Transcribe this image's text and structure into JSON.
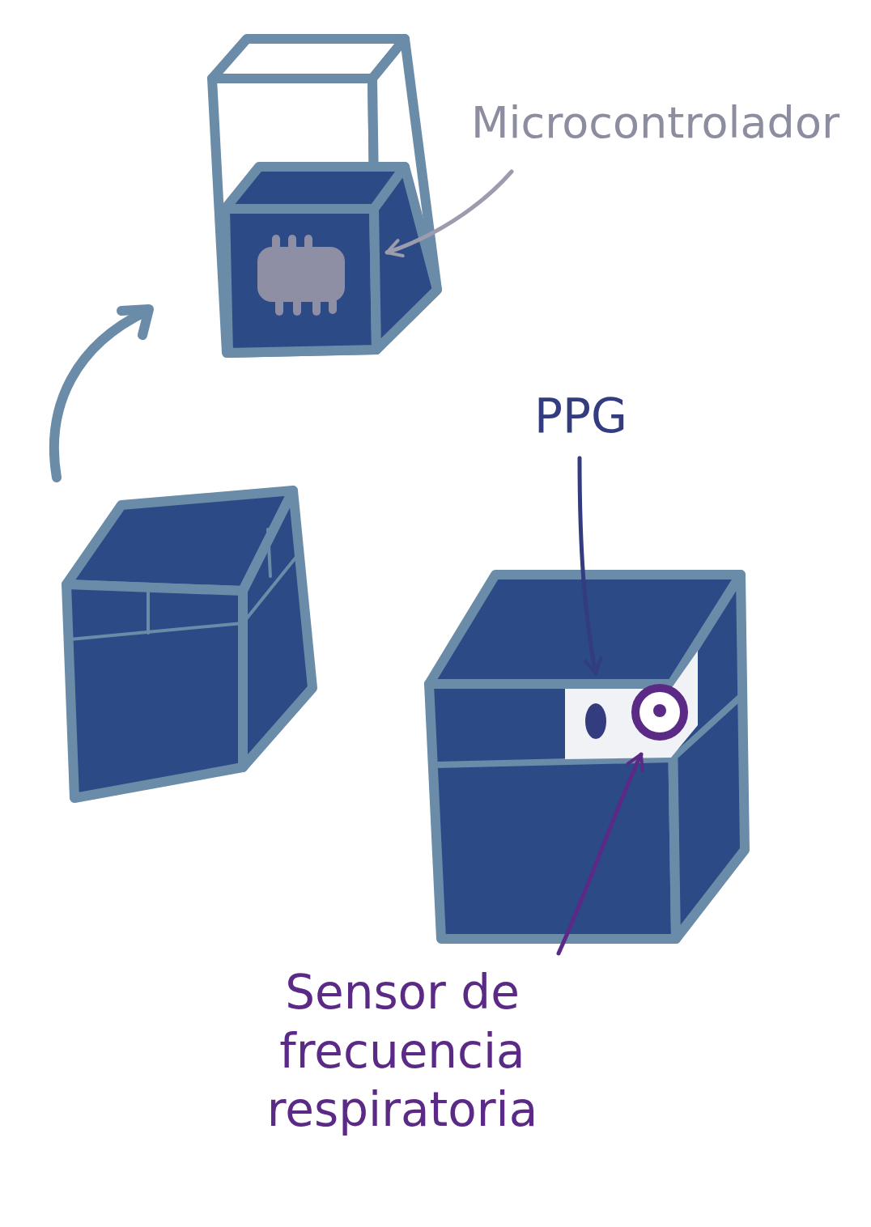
{
  "diagram": {
    "labels": [
      "Microcontrolador",
      "PPG",
      "Sensor de frecuencia respiratoria"
    ]
  }
}
